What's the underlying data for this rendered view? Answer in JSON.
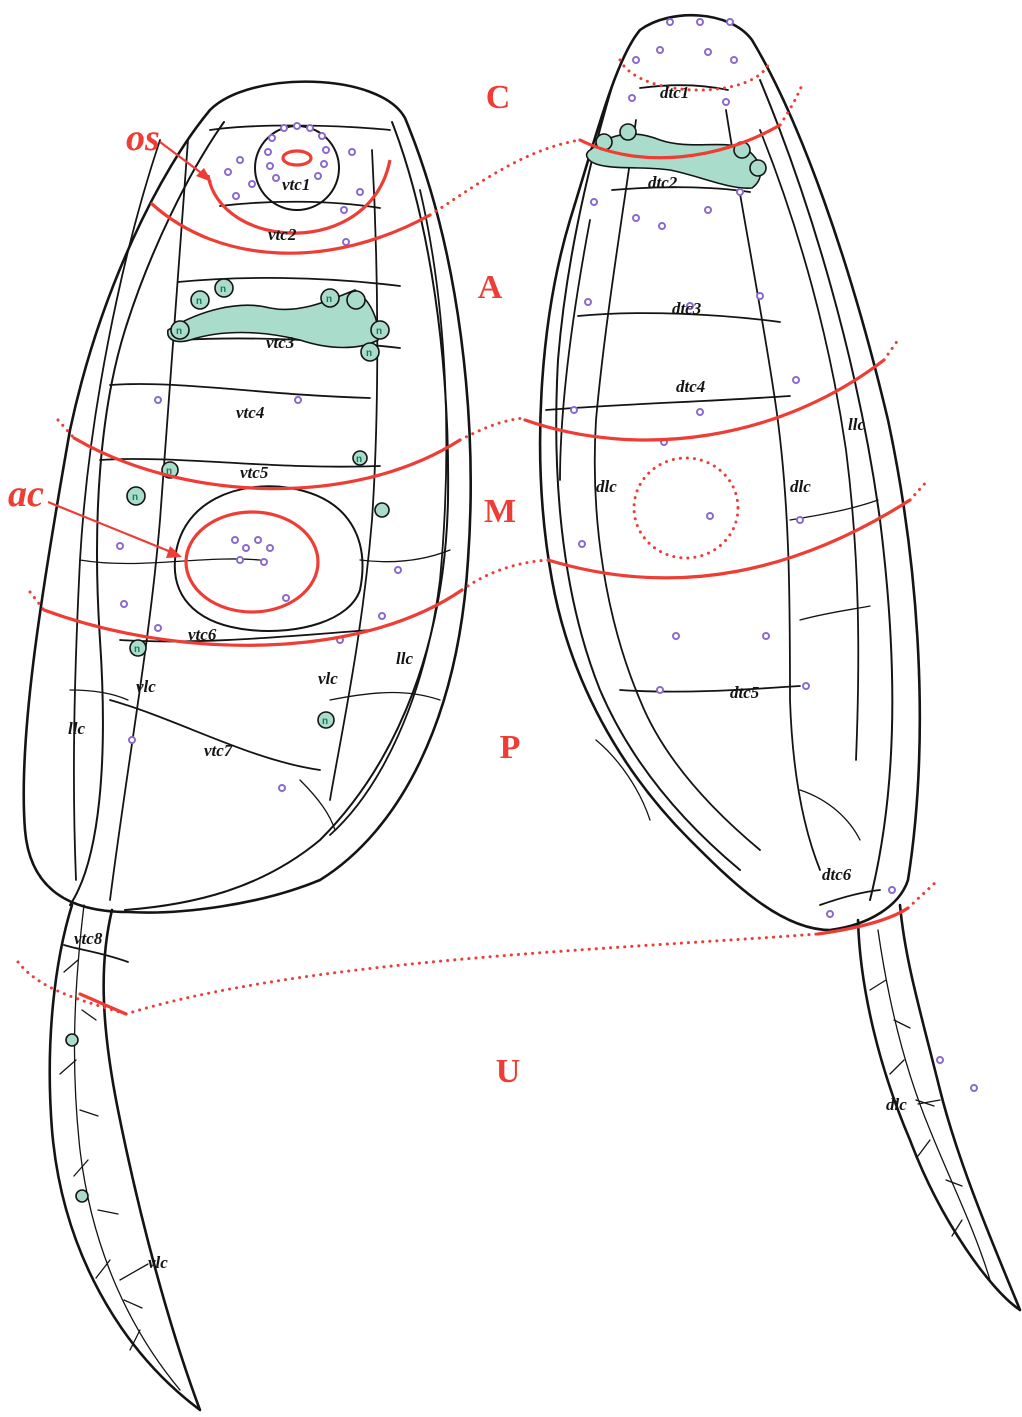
{
  "regions": [
    {
      "id": "C",
      "label": "C"
    },
    {
      "id": "A",
      "label": "A"
    },
    {
      "id": "M",
      "label": "M"
    },
    {
      "id": "P",
      "label": "P"
    },
    {
      "id": "U",
      "label": "U"
    }
  ],
  "structures": {
    "oral_sucker": "os",
    "acetabulum": "ac"
  },
  "ventral_view": {
    "transverse_canals": [
      "vtc1",
      "vtc2",
      "vtc3",
      "vtc4",
      "vtc5",
      "vtc6",
      "vtc7",
      "vtc8"
    ],
    "longitudinal_canals": [
      "vlc",
      "vlc",
      "vlc",
      "llc",
      "llc"
    ],
    "nephridial_marker": "n"
  },
  "dorsal_view": {
    "transverse_canals": [
      "dtc1",
      "dtc2",
      "dtc3",
      "dtc4",
      "dtc5",
      "dtc6"
    ],
    "longitudinal_canals": [
      "dlc",
      "dlc",
      "dlc",
      "llc"
    ]
  },
  "colors": {
    "zone_lines": "#ee3d34",
    "outline": "#141414",
    "nephridial_cells": "#a9dccb",
    "sensilla": "#8a6ad0"
  }
}
